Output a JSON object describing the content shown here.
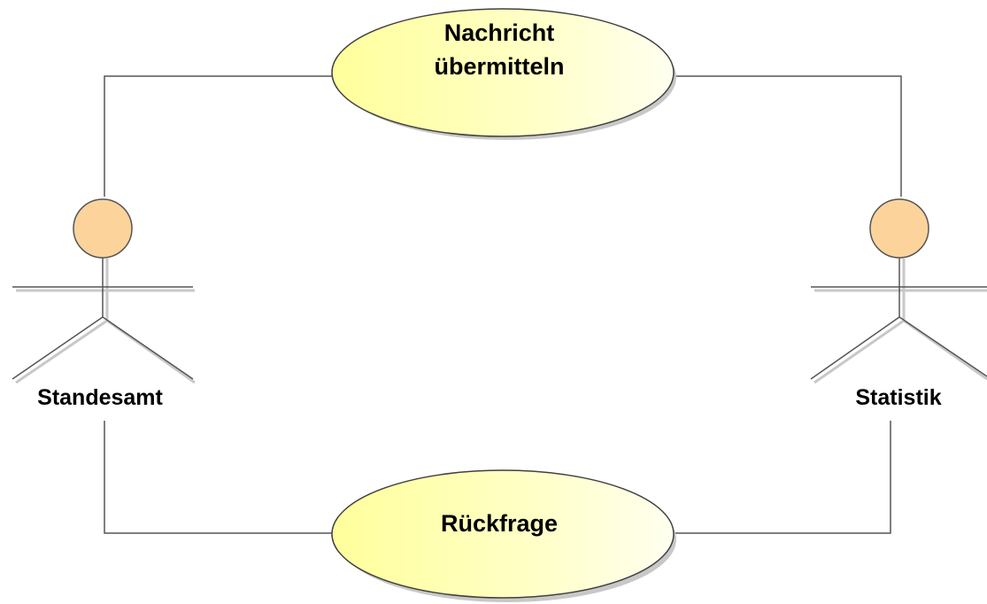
{
  "diagram": {
    "use_cases": {
      "top": {
        "line1": "Nachricht",
        "line2": "übermitteln"
      },
      "bottom": {
        "label": "Rückfrage"
      }
    },
    "actors": {
      "left": {
        "label": "Standesamt"
      },
      "right": {
        "label": "Statistik"
      }
    }
  },
  "colors": {
    "use_case_fill": "#ffffc0",
    "use_case_fill_light": "#fffff0",
    "use_case_stroke": "#404040",
    "actor_head_fill": "#fdd39c",
    "actor_stroke": "#555555",
    "connector": "#555555",
    "shadow": "#c8c8c8"
  }
}
